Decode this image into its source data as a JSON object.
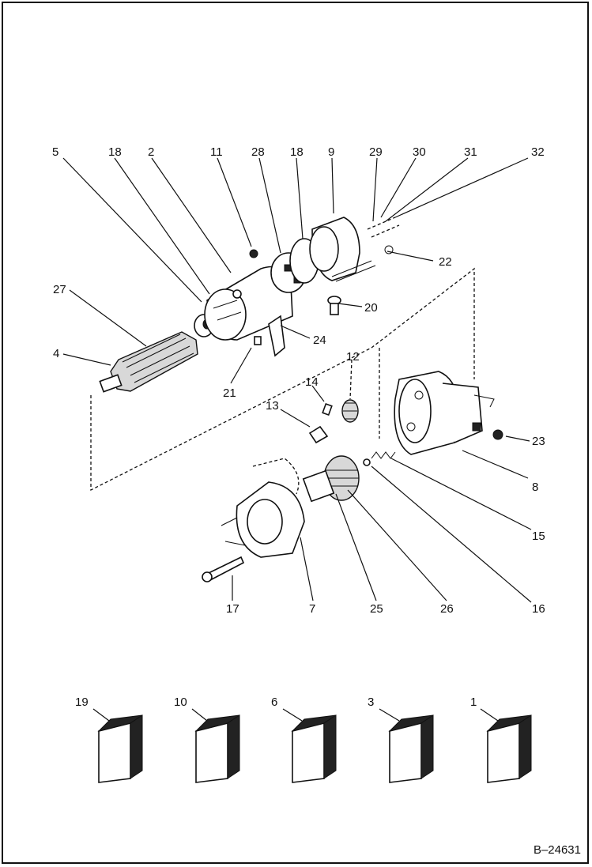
{
  "reference": "B–24631",
  "callouts": [
    "5",
    "18",
    "2",
    "11",
    "28",
    "18",
    "9",
    "29",
    "30",
    "31",
    "32",
    "22",
    "20",
    "24",
    "27",
    "4",
    "21",
    "12",
    "14",
    "13",
    "23",
    "8",
    "15",
    "16",
    "17",
    "7",
    "25",
    "26"
  ],
  "kits": [
    "19",
    "10",
    "6",
    "3",
    "1"
  ]
}
